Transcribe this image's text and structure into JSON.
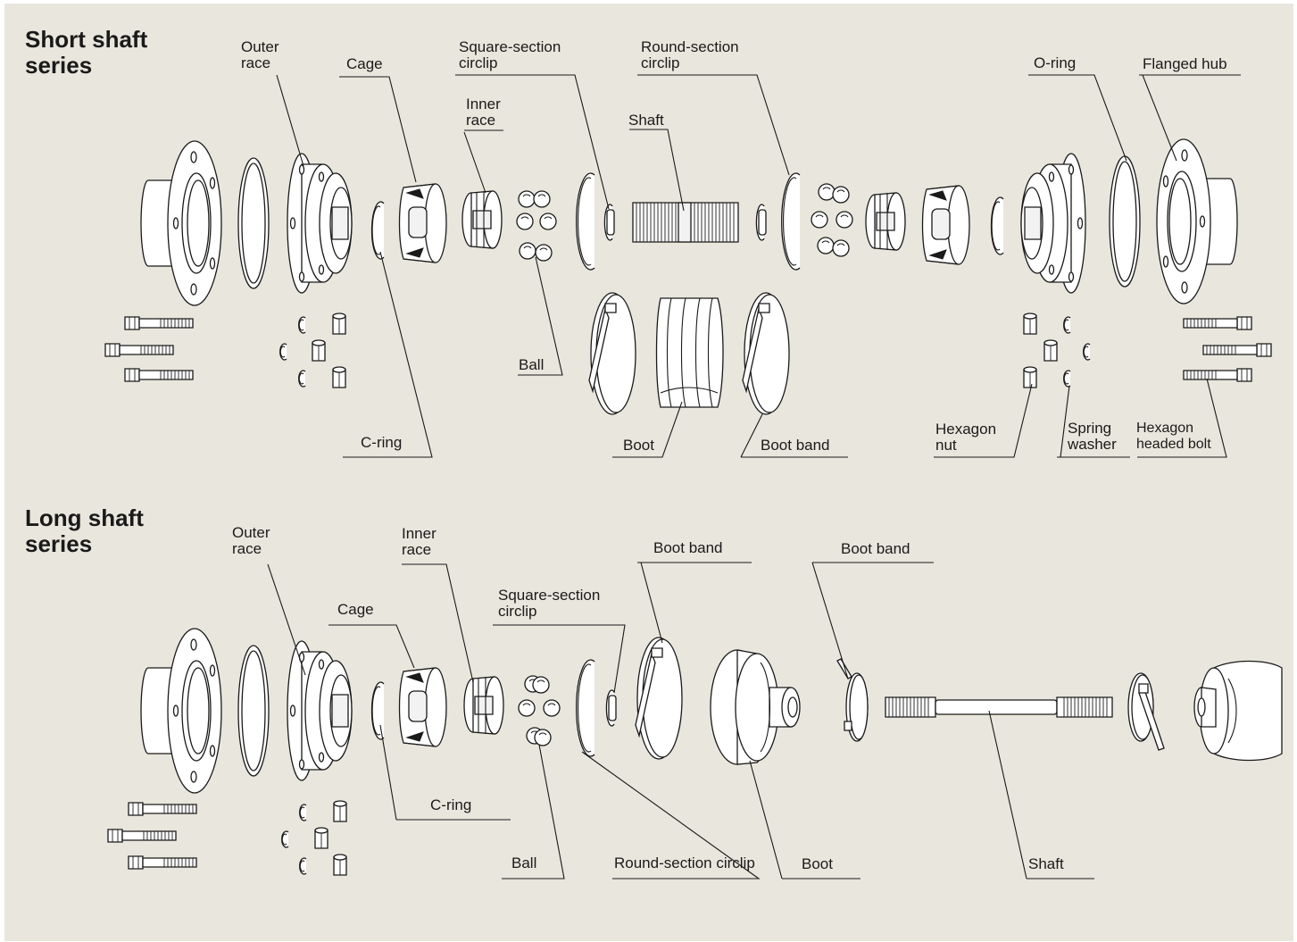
{
  "colors": {
    "panel_background": "#e9e6dd",
    "ink": "#1a1a1a",
    "part_fill": "#ffffff"
  },
  "short_series": {
    "title": "Short shaft\nseries",
    "labels": {
      "outer_race": "Outer\nrace",
      "cage": "Cage",
      "inner_race": "Inner\nrace",
      "square_circlip": "Square-section\ncirclip",
      "round_circlip": "Round-section\ncirclip",
      "shaft": "Shaft",
      "o_ring": "O-ring",
      "flanged_hub": "Flanged hub",
      "ball": "Ball",
      "c_ring": "C-ring",
      "boot": "Boot",
      "boot_band": "Boot band",
      "hexagon_nut": "Hexagon\nnut",
      "spring_washer": "Spring\nwasher",
      "hexagon_bolt": "Hexagon\nheaded bolt"
    }
  },
  "long_series": {
    "title": "Long shaft\nseries",
    "labels": {
      "outer_race": "Outer\nrace",
      "inner_race": "Inner\nrace",
      "boot_band_1": "Boot band",
      "boot_band_2": "Boot band",
      "cage": "Cage",
      "square_circlip": "Square-section\ncirclip",
      "c_ring": "C-ring",
      "ball": "Ball",
      "round_circlip": "Round-section circlip",
      "boot": "Boot",
      "shaft": "Shaft"
    }
  }
}
